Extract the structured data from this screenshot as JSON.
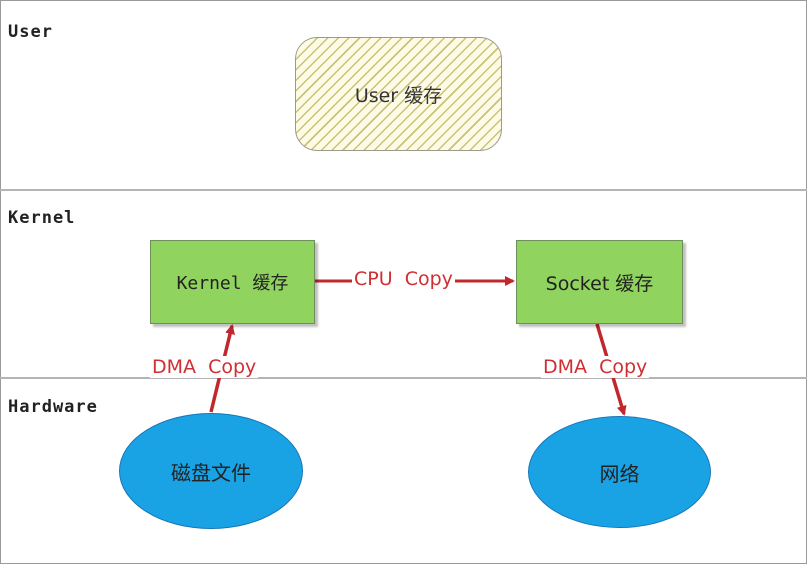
{
  "layers": {
    "user": "User",
    "kernel": "Kernel",
    "hardware": "Hardware"
  },
  "nodes": {
    "user_cache": "User 缓存",
    "kernel_cache": "Kernel 缓存",
    "socket_cache": "Socket 缓存",
    "disk_file": "磁盘文件",
    "network": "网络"
  },
  "edges": {
    "dma_copy_in": "DMA  Copy",
    "cpu_copy": "CPU  Copy",
    "dma_copy_out": "DMA  Copy"
  },
  "colors": {
    "kernel_box": "#90d35e",
    "hardware_ellipse": "#1aa3e4",
    "arrow": "#c0282d",
    "user_hatch": "#c9c27a"
  }
}
